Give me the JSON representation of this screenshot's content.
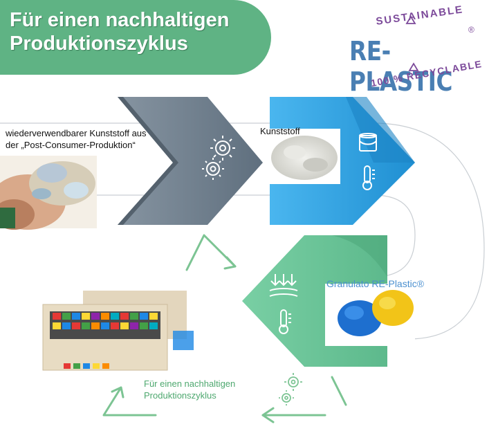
{
  "banner": {
    "title_line1": "Für einen nachhaltigen",
    "title_line2": "Produktionszyklus"
  },
  "seal": {
    "top_text": "SUSTAINABLE",
    "main_text": "RE-PLASTIC",
    "registered": "®",
    "bottom_text": "100 % RECYCLABLE"
  },
  "labels": {
    "source_line1": "wiederverwendbarer Kunststoff aus",
    "source_line2": "der „Post-Consumer-Produktion“",
    "plastic": "Kunststoff",
    "granulate": "Granulato RE-Plastic®",
    "cycle_line1": "Für einen nachhaltigen",
    "cycle_line2": "Produktionszyklus"
  },
  "colors": {
    "banner": "#5fb384",
    "arrow_gray": "#6b7c8c",
    "arrow_blue": "#2aa1e2",
    "arrow_green": "#6fc59b",
    "cycle_arrow": "#7cc493",
    "seal_purple": "#7c4a9a",
    "seal_blue": "#4a7fb3"
  },
  "icons": [
    "gears-icon",
    "paint-bucket-icon",
    "thermometer-icon",
    "cooling-arrows-icon",
    "recycle-icon"
  ]
}
